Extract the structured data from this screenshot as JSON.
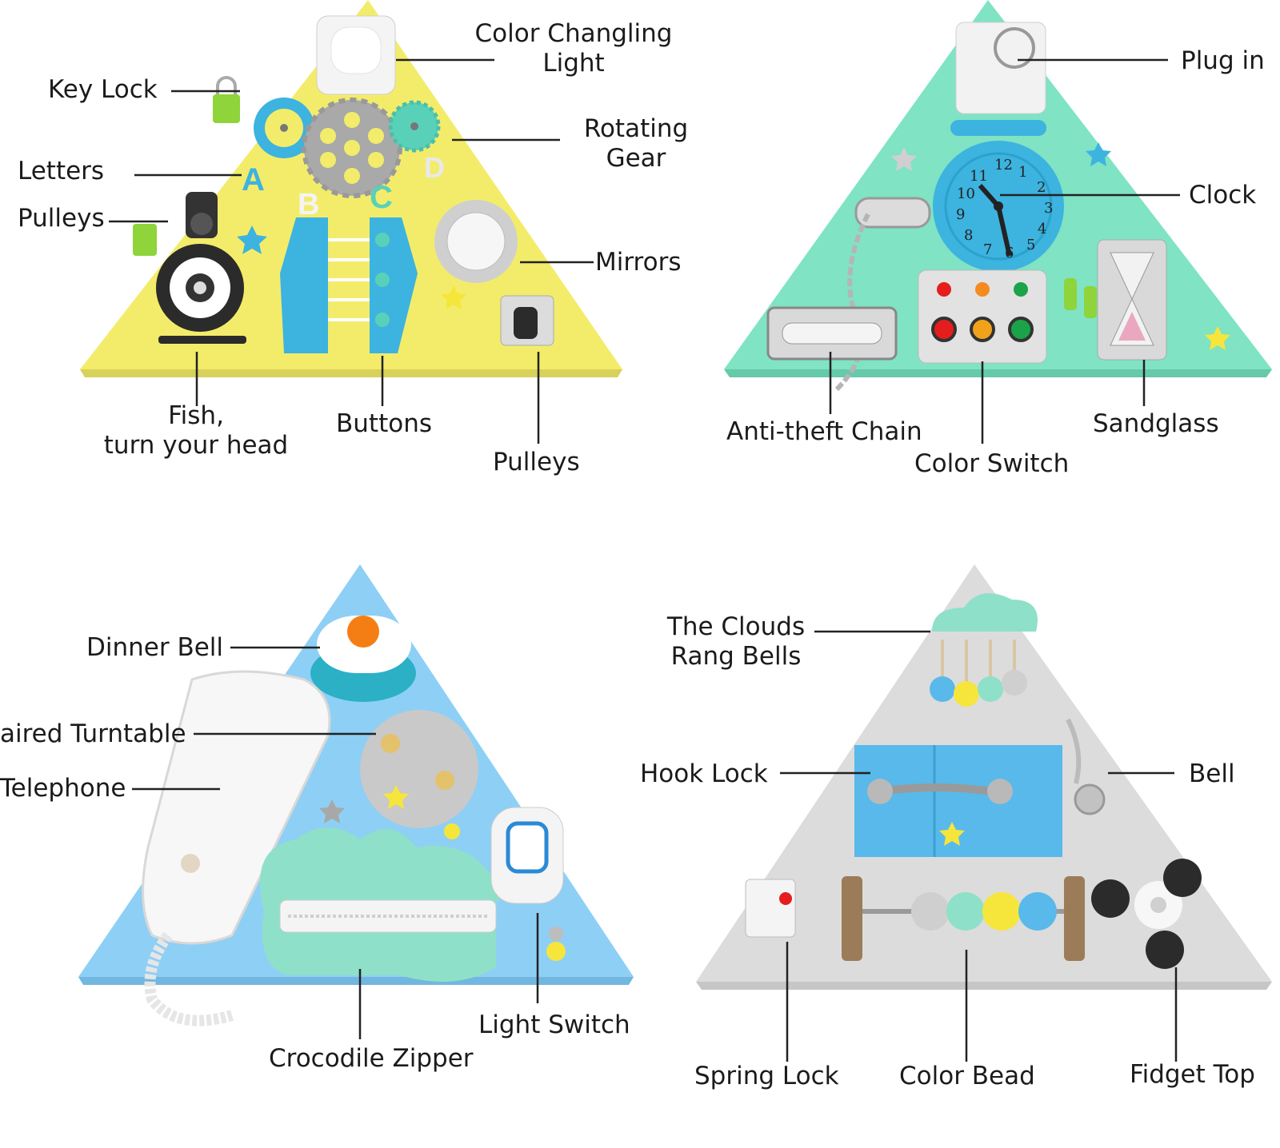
{
  "boards": {
    "yellow": {
      "color": "#f3ec6b",
      "labels": {
        "light_l1": "Color Changling",
        "light_l2": "Light",
        "key_lock": "Key Lock",
        "gear_l1": "Rotating",
        "gear_l2": "Gear",
        "letters": "Letters",
        "pulleys_left": "Pulleys",
        "mirrors": "Mirrors",
        "fish_l1": "Fish,",
        "fish_l2": "turn your head",
        "buttons": "Buttons",
        "pulleys_bottom": "Pulleys"
      },
      "letters": [
        "A",
        "B",
        "C",
        "D"
      ]
    },
    "mint": {
      "color": "#7fe3c4",
      "labels": {
        "plug_in": "Plug in",
        "clock": "Clock",
        "anti_theft_chain": "Anti-theft Chain",
        "color_switch": "Color Switch",
        "sandglass": "Sandglass"
      },
      "clock_numbers": [
        "12",
        "1",
        "2",
        "3",
        "4",
        "5",
        "6",
        "7",
        "8",
        "9",
        "10",
        "11"
      ]
    },
    "blue": {
      "color": "#8ecff5",
      "labels": {
        "dinner_bell": "Dinner Bell",
        "turntable": "aired Turntable",
        "telephone": "Telephone",
        "crocodile_zipper": "Crocodile Zipper",
        "light_switch": "Light Switch"
      }
    },
    "gray": {
      "color": "#dcdcdc",
      "labels": {
        "clouds_l1": "The Clouds",
        "clouds_l2": "Rang Bells",
        "hook_lock": "Hook Lock",
        "bell": "Bell",
        "spring_lock": "Spring Lock",
        "color_bead": "Color Bead",
        "fidget_top": "Fidget Top"
      }
    }
  },
  "colors": {
    "accent_blue": "#58b9ea",
    "accent_mint": "#8fe0c8",
    "star_yellow": "#f6e63b",
    "gear_gray": "#a9a9a9",
    "wood": "#9c7c58"
  }
}
